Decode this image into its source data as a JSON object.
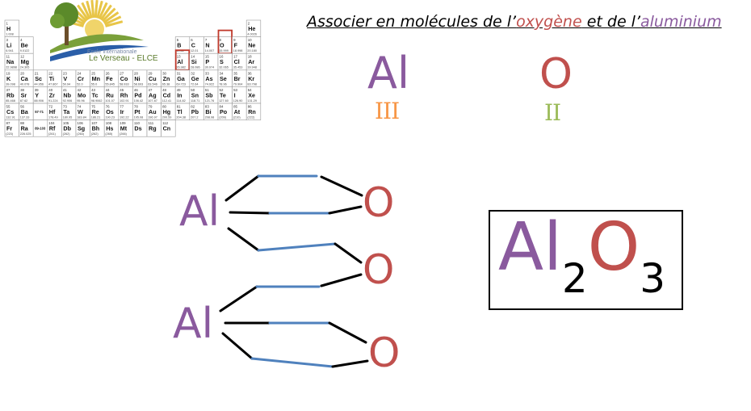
{
  "heading": {
    "part1": "Associer en molécules de l’",
    "oxygen": "oxygène",
    "part2": " et de l’",
    "aluminium": "aluminium"
  },
  "logo": {
    "line1": "Ecole internationale",
    "line2": "Le Verseau - ELCE"
  },
  "periodic_table": {
    "rows": [
      [
        {
          "col": 0,
          "z": "1",
          "sym": "H",
          "m": "1.008"
        },
        {
          "col": 17,
          "z": "2",
          "sym": "He",
          "m": "4.0026"
        }
      ],
      [
        {
          "col": 0,
          "z": "3",
          "sym": "Li",
          "m": "6.941"
        },
        {
          "col": 1,
          "z": "4",
          "sym": "Be",
          "m": "9.0122"
        },
        {
          "col": 12,
          "z": "5",
          "sym": "B",
          "m": "10.81"
        },
        {
          "col": 13,
          "z": "6",
          "sym": "C",
          "m": "12.01"
        },
        {
          "col": 14,
          "z": "7",
          "sym": "N",
          "m": "14.007"
        },
        {
          "col": 15,
          "z": "8",
          "sym": "O",
          "m": "15.999"
        },
        {
          "col": 16,
          "z": "9",
          "sym": "F",
          "m": "18.998"
        },
        {
          "col": 17,
          "z": "10",
          "sym": "Ne",
          "m": "20.180"
        }
      ],
      [
        {
          "col": 0,
          "z": "11",
          "sym": "Na",
          "m": "22.9898"
        },
        {
          "col": 1,
          "z": "12",
          "sym": "Mg",
          "m": "24.305"
        },
        {
          "col": 12,
          "z": "13",
          "sym": "Al",
          "m": "26.982"
        },
        {
          "col": 13,
          "z": "14",
          "sym": "Si",
          "m": "28.086"
        },
        {
          "col": 14,
          "z": "15",
          "sym": "P",
          "m": "30.974"
        },
        {
          "col": 15,
          "z": "16",
          "sym": "S",
          "m": "32.065"
        },
        {
          "col": 16,
          "z": "17",
          "sym": "Cl",
          "m": "35.453"
        },
        {
          "col": 17,
          "z": "18",
          "sym": "Ar",
          "m": "39.948"
        }
      ],
      [
        {
          "col": 0,
          "z": "19",
          "sym": "K",
          "m": "39.098"
        },
        {
          "col": 1,
          "z": "20",
          "sym": "Ca",
          "m": "40.078"
        },
        {
          "col": 2,
          "z": "21",
          "sym": "Sc",
          "m": "44.956"
        },
        {
          "col": 3,
          "z": "22",
          "sym": "Ti",
          "m": "47.867"
        },
        {
          "col": 4,
          "z": "23",
          "sym": "V",
          "m": "50.94"
        },
        {
          "col": 5,
          "z": "24",
          "sym": "Cr",
          "m": "52.0"
        },
        {
          "col": 6,
          "z": "25",
          "sym": "Mn",
          "m": "55.0"
        },
        {
          "col": 7,
          "z": "26",
          "sym": "Fe",
          "m": "55.845"
        },
        {
          "col": 8,
          "z": "27",
          "sym": "Co",
          "m": "58.933"
        },
        {
          "col": 9,
          "z": "28",
          "sym": "Ni",
          "m": "58.693"
        },
        {
          "col": 10,
          "z": "29",
          "sym": "Cu",
          "m": "63.546"
        },
        {
          "col": 11,
          "z": "30",
          "sym": "Zn",
          "m": "65.38"
        },
        {
          "col": 12,
          "z": "31",
          "sym": "Ga",
          "m": "69.723"
        },
        {
          "col": 13,
          "z": "32",
          "sym": "Ge",
          "m": "72.64"
        },
        {
          "col": 14,
          "z": "33",
          "sym": "As",
          "m": "74.922"
        },
        {
          "col": 15,
          "z": "34",
          "sym": "Se",
          "m": "78.96"
        },
        {
          "col": 16,
          "z": "35",
          "sym": "Br",
          "m": "79.904"
        },
        {
          "col": 17,
          "z": "36",
          "sym": "Kr",
          "m": "83.798"
        }
      ],
      [
        {
          "col": 0,
          "z": "37",
          "sym": "Rb",
          "m": "85.468"
        },
        {
          "col": 1,
          "z": "38",
          "sym": "Sr",
          "m": "87.62"
        },
        {
          "col": 2,
          "z": "39",
          "sym": "Y",
          "m": "88.906"
        },
        {
          "col": 3,
          "z": "40",
          "sym": "Zr",
          "m": "91.224"
        },
        {
          "col": 4,
          "z": "41",
          "sym": "Nb",
          "m": "92.906"
        },
        {
          "col": 5,
          "z": "42",
          "sym": "Mo",
          "m": "95.96"
        },
        {
          "col": 6,
          "z": "43",
          "sym": "Tc",
          "m": "98.9062"
        },
        {
          "col": 7,
          "z": "44",
          "sym": "Ru",
          "m": "101.07"
        },
        {
          "col": 8,
          "z": "45",
          "sym": "Rh",
          "m": "102.91"
        },
        {
          "col": 9,
          "z": "46",
          "sym": "Pd",
          "m": "106.42"
        },
        {
          "col": 10,
          "z": "47",
          "sym": "Ag",
          "m": "107.87"
        },
        {
          "col": 11,
          "z": "48",
          "sym": "Cd",
          "m": "112.41"
        },
        {
          "col": 12,
          "z": "49",
          "sym": "In",
          "m": "114.82"
        },
        {
          "col": 13,
          "z": "50",
          "sym": "Sn",
          "m": "118.71"
        },
        {
          "col": 14,
          "z": "51",
          "sym": "Sb",
          "m": "121.76"
        },
        {
          "col": 15,
          "z": "52",
          "sym": "Te",
          "m": "127.60"
        },
        {
          "col": 16,
          "z": "53",
          "sym": "I",
          "m": "126.90"
        },
        {
          "col": 17,
          "z": "54",
          "sym": "Xe",
          "m": "131.29"
        }
      ],
      [
        {
          "col": 0,
          "z": "55",
          "sym": "Cs",
          "m": "132.91"
        },
        {
          "col": 1,
          "z": "56",
          "sym": "Ba",
          "m": "137.33"
        },
        {
          "col": 2,
          "z": "",
          "sym": "57-71",
          "m": ""
        },
        {
          "col": 3,
          "z": "72",
          "sym": "Hf",
          "m": "178.49"
        },
        {
          "col": 4,
          "z": "73",
          "sym": "Ta",
          "m": "180.95"
        },
        {
          "col": 5,
          "z": "74",
          "sym": "W",
          "m": "183.84"
        },
        {
          "col": 6,
          "z": "75",
          "sym": "Re",
          "m": "186.21"
        },
        {
          "col": 7,
          "z": "76",
          "sym": "Os",
          "m": "190.23"
        },
        {
          "col": 8,
          "z": "77",
          "sym": "Ir",
          "m": "192.22"
        },
        {
          "col": 9,
          "z": "78",
          "sym": "Pt",
          "m": "195.08"
        },
        {
          "col": 10,
          "z": "79",
          "sym": "Au",
          "m": "196.97"
        },
        {
          "col": 11,
          "z": "80",
          "sym": "Hg",
          "m": "200.59"
        },
        {
          "col": 12,
          "z": "81",
          "sym": "Tl",
          "m": "204.38"
        },
        {
          "col": 13,
          "z": "82",
          "sym": "Pb",
          "m": "207.2"
        },
        {
          "col": 14,
          "z": "83",
          "sym": "Bi",
          "m": "208.98"
        },
        {
          "col": 15,
          "z": "84",
          "sym": "Po",
          "m": "(209)"
        },
        {
          "col": 16,
          "z": "85",
          "sym": "At",
          "m": "(210)"
        },
        {
          "col": 17,
          "z": "86",
          "sym": "Rn",
          "m": "(222)"
        }
      ],
      [
        {
          "col": 0,
          "z": "87",
          "sym": "Fr",
          "m": "(223)"
        },
        {
          "col": 1,
          "z": "88",
          "sym": "Ra",
          "m": "226.025"
        },
        {
          "col": 2,
          "z": "",
          "sym": "89-103",
          "m": ""
        },
        {
          "col": 3,
          "z": "104",
          "sym": "Rf",
          "m": "(261)"
        },
        {
          "col": 4,
          "z": "105",
          "sym": "Db",
          "m": "(262)"
        },
        {
          "col": 5,
          "z": "106",
          "sym": "Sg",
          "m": "(263)"
        },
        {
          "col": 6,
          "z": "107",
          "sym": "Bh",
          "m": "(262)"
        },
        {
          "col": 7,
          "z": "108",
          "sym": "Hs",
          "m": "(265)"
        },
        {
          "col": 8,
          "z": "109",
          "sym": "Mt",
          "m": "(266)"
        },
        {
          "col": 9,
          "z": "110",
          "sym": "Ds",
          "m": ""
        },
        {
          "col": 10,
          "z": "111",
          "sym": "Rg",
          "m": ""
        },
        {
          "col": 11,
          "z": "112",
          "sym": "Cn",
          "m": ""
        }
      ]
    ],
    "highlighted": [
      "O",
      "Al"
    ]
  },
  "atoms": {
    "al_symbol": "Al",
    "al_valence": "III",
    "o_symbol": "O",
    "o_valence": "II"
  },
  "diagram": {
    "al_top": "Al",
    "al_bottom": "Al",
    "o_top": "O",
    "o_middle": "O",
    "o_bottom": "O"
  },
  "formula": {
    "el1": "Al",
    "sub1": "2",
    "el2": "O",
    "sub2": "3"
  },
  "colors": {
    "aluminium": "#8a5a9e",
    "oxygen": "#c0504d",
    "al_valence": "#f79646",
    "o_valence": "#9bbb59",
    "bond_blue": "#4f81bd",
    "bond_black": "#000000",
    "highlight": "#c0392b"
  }
}
